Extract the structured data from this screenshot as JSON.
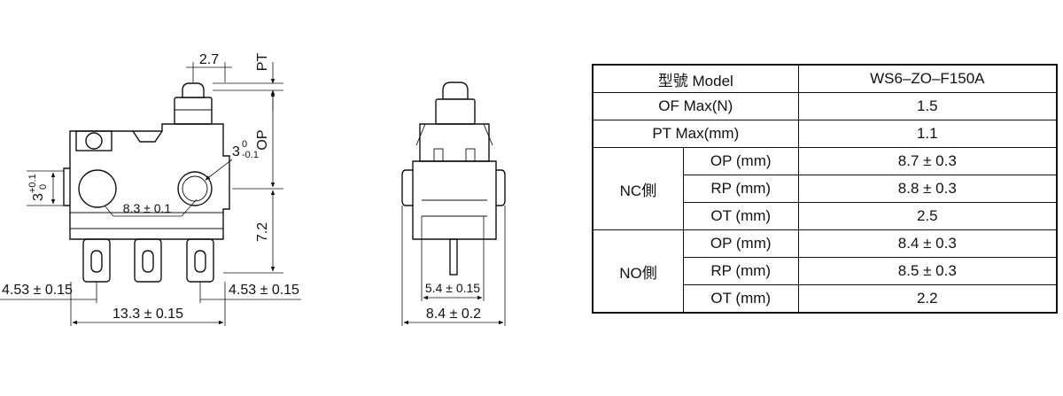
{
  "drawing": {
    "front_view": {
      "dim_top_width": "2.7",
      "dim_pt": "PT",
      "dim_op": "OP",
      "dim_height_tol_main": "3",
      "dim_height_tol_sup": "0",
      "dim_height_tol_sub": "-0.1",
      "dim_hole_offset_main": "3",
      "dim_hole_offset_sup": "+0.1",
      "dim_hole_offset_sub": "0",
      "dim_hole_pitch": "8.3 ± 0.1",
      "dim_vertical": "7.2",
      "dim_left_terminal": "4.53 ± 0.15",
      "dim_right_terminal": "4.53 ± 0.15",
      "dim_total_width": "13.3 ± 0.15"
    },
    "side_view": {
      "dim_inner_width": "5.4 ± 0.15",
      "dim_outer_width": "8.4 ± 0.2"
    }
  },
  "spec_table": {
    "model_label": "型號 Model",
    "model_value": "WS6–ZO–F150A",
    "of_label": "OF Max(N)",
    "of_value": "1.5",
    "pt_label": "PT Max(mm)",
    "pt_value": "1.1",
    "nc_group": "NC側",
    "nc_rows": [
      {
        "label": "OP (mm)",
        "value": "8.7 ± 0.3"
      },
      {
        "label": "RP (mm)",
        "value": "8.8 ± 0.3"
      },
      {
        "label": "OT (mm)",
        "value": "2.5"
      }
    ],
    "no_group": "NO側",
    "no_rows": [
      {
        "label": "OP (mm)",
        "value": "8.4 ± 0.3"
      },
      {
        "label": "RP (mm)",
        "value": "8.5 ± 0.3"
      },
      {
        "label": "OT (mm)",
        "value": "2.2"
      }
    ]
  }
}
